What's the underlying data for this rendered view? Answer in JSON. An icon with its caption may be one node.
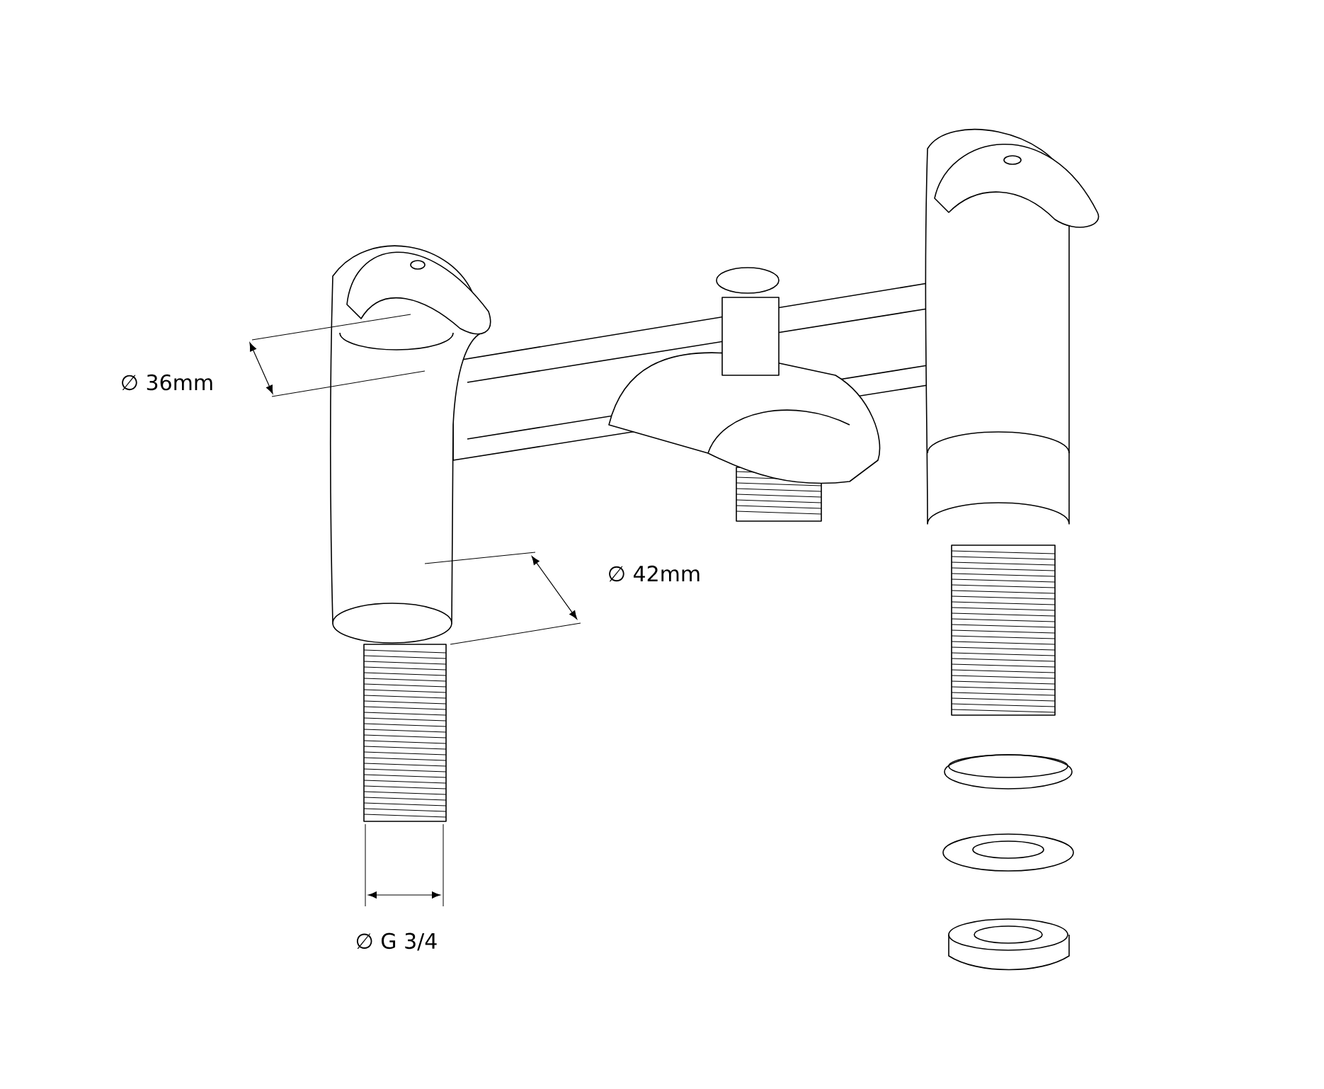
{
  "diagram": {
    "labels": [
      "∅ 36mm",
      "∅ 42mm",
      "∅ G 3/4"
    ]
  }
}
